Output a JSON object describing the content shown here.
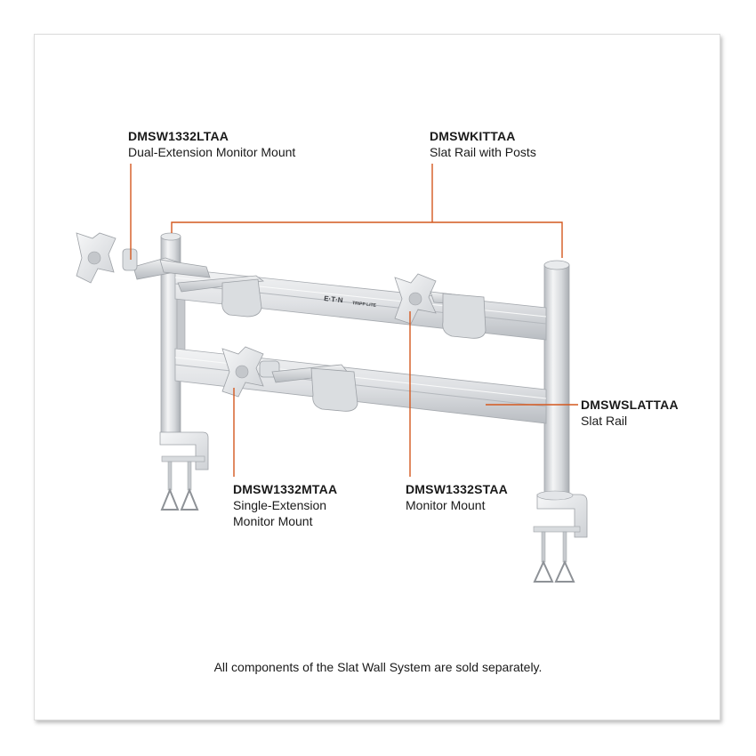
{
  "callouts": {
    "dual_extension": {
      "code": "DMSW1332LTAA",
      "description": "Dual-Extension Monitor Mount"
    },
    "slat_rail_posts": {
      "code": "DMSWKITTAA",
      "description": "Slat Rail with Posts"
    },
    "slat_rail": {
      "code": "DMSWSLATTAA",
      "description": "Slat Rail"
    },
    "single_extension": {
      "code": "DMSW1332MTAA",
      "description_line1": "Single-Extension",
      "description_line2": "Monitor Mount"
    },
    "monitor_mount": {
      "code": "DMSW1332STAA",
      "description": "Monitor Mount"
    }
  },
  "rail_branding": {
    "brand": "E·T·N",
    "sub_brand": "TRIPP LITE"
  },
  "footer_note": "All components of the Slat Wall System are sold separately.",
  "colors": {
    "leader_line": "#d4581f",
    "metal_light": "#eceef0",
    "metal_mid": "#c9ccd0",
    "metal_dark": "#9da1a6",
    "text": "#1a1a1a"
  }
}
